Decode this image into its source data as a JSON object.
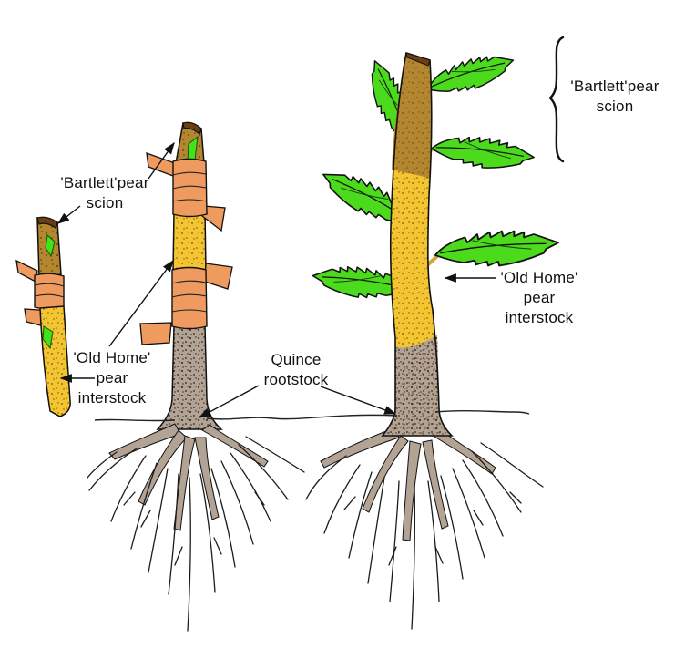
{
  "figure": {
    "type": "botanical-grafting-diagram",
    "background": "#ffffff",
    "stages_shown": 3
  },
  "labels": {
    "bartlett_left": "'Bartlett'pear\nscion",
    "old_home_left": "'Old Home'\npear\ninterstock",
    "quince": "Quince\nrootstock",
    "bartlett_right": "'Bartlett'pear\nscion",
    "old_home_right": "'Old Home'\npear\ninterstock"
  },
  "leaders": [
    {
      "from": "bartlett-scion-left-label",
      "to": "plant1-scion",
      "type": "arrow"
    },
    {
      "from": "bartlett-scion-left-label",
      "to": "plant2-scion",
      "type": "arrow"
    },
    {
      "from": "old-home-left-label",
      "to": "plant1-interstock",
      "type": "arrow"
    },
    {
      "from": "old-home-left-label",
      "to": "plant2-interstock",
      "type": "arrow"
    },
    {
      "from": "quince-rootstock-label",
      "to": "plant2-rootstock",
      "type": "arrow"
    },
    {
      "from": "quince-rootstock-label",
      "to": "plant3-rootstock",
      "type": "arrow"
    },
    {
      "from": "old-home-right-label",
      "to": "plant3-interstock",
      "type": "arrow"
    },
    {
      "from": "bartlett-scion-right-label",
      "to": "plant3-scion",
      "type": "brace"
    }
  ],
  "palette": {
    "scion_brown": "#b3872f",
    "cut_surface_dark": "#6e3e12",
    "interstock_yellow": "#f3c631",
    "graft_tape_orange": "#ef9a5e",
    "rootstock_gray": "#b2a394",
    "leaf_green": "#4bdb1c",
    "bud_green": "#44e01a",
    "line_black": "#111111"
  }
}
